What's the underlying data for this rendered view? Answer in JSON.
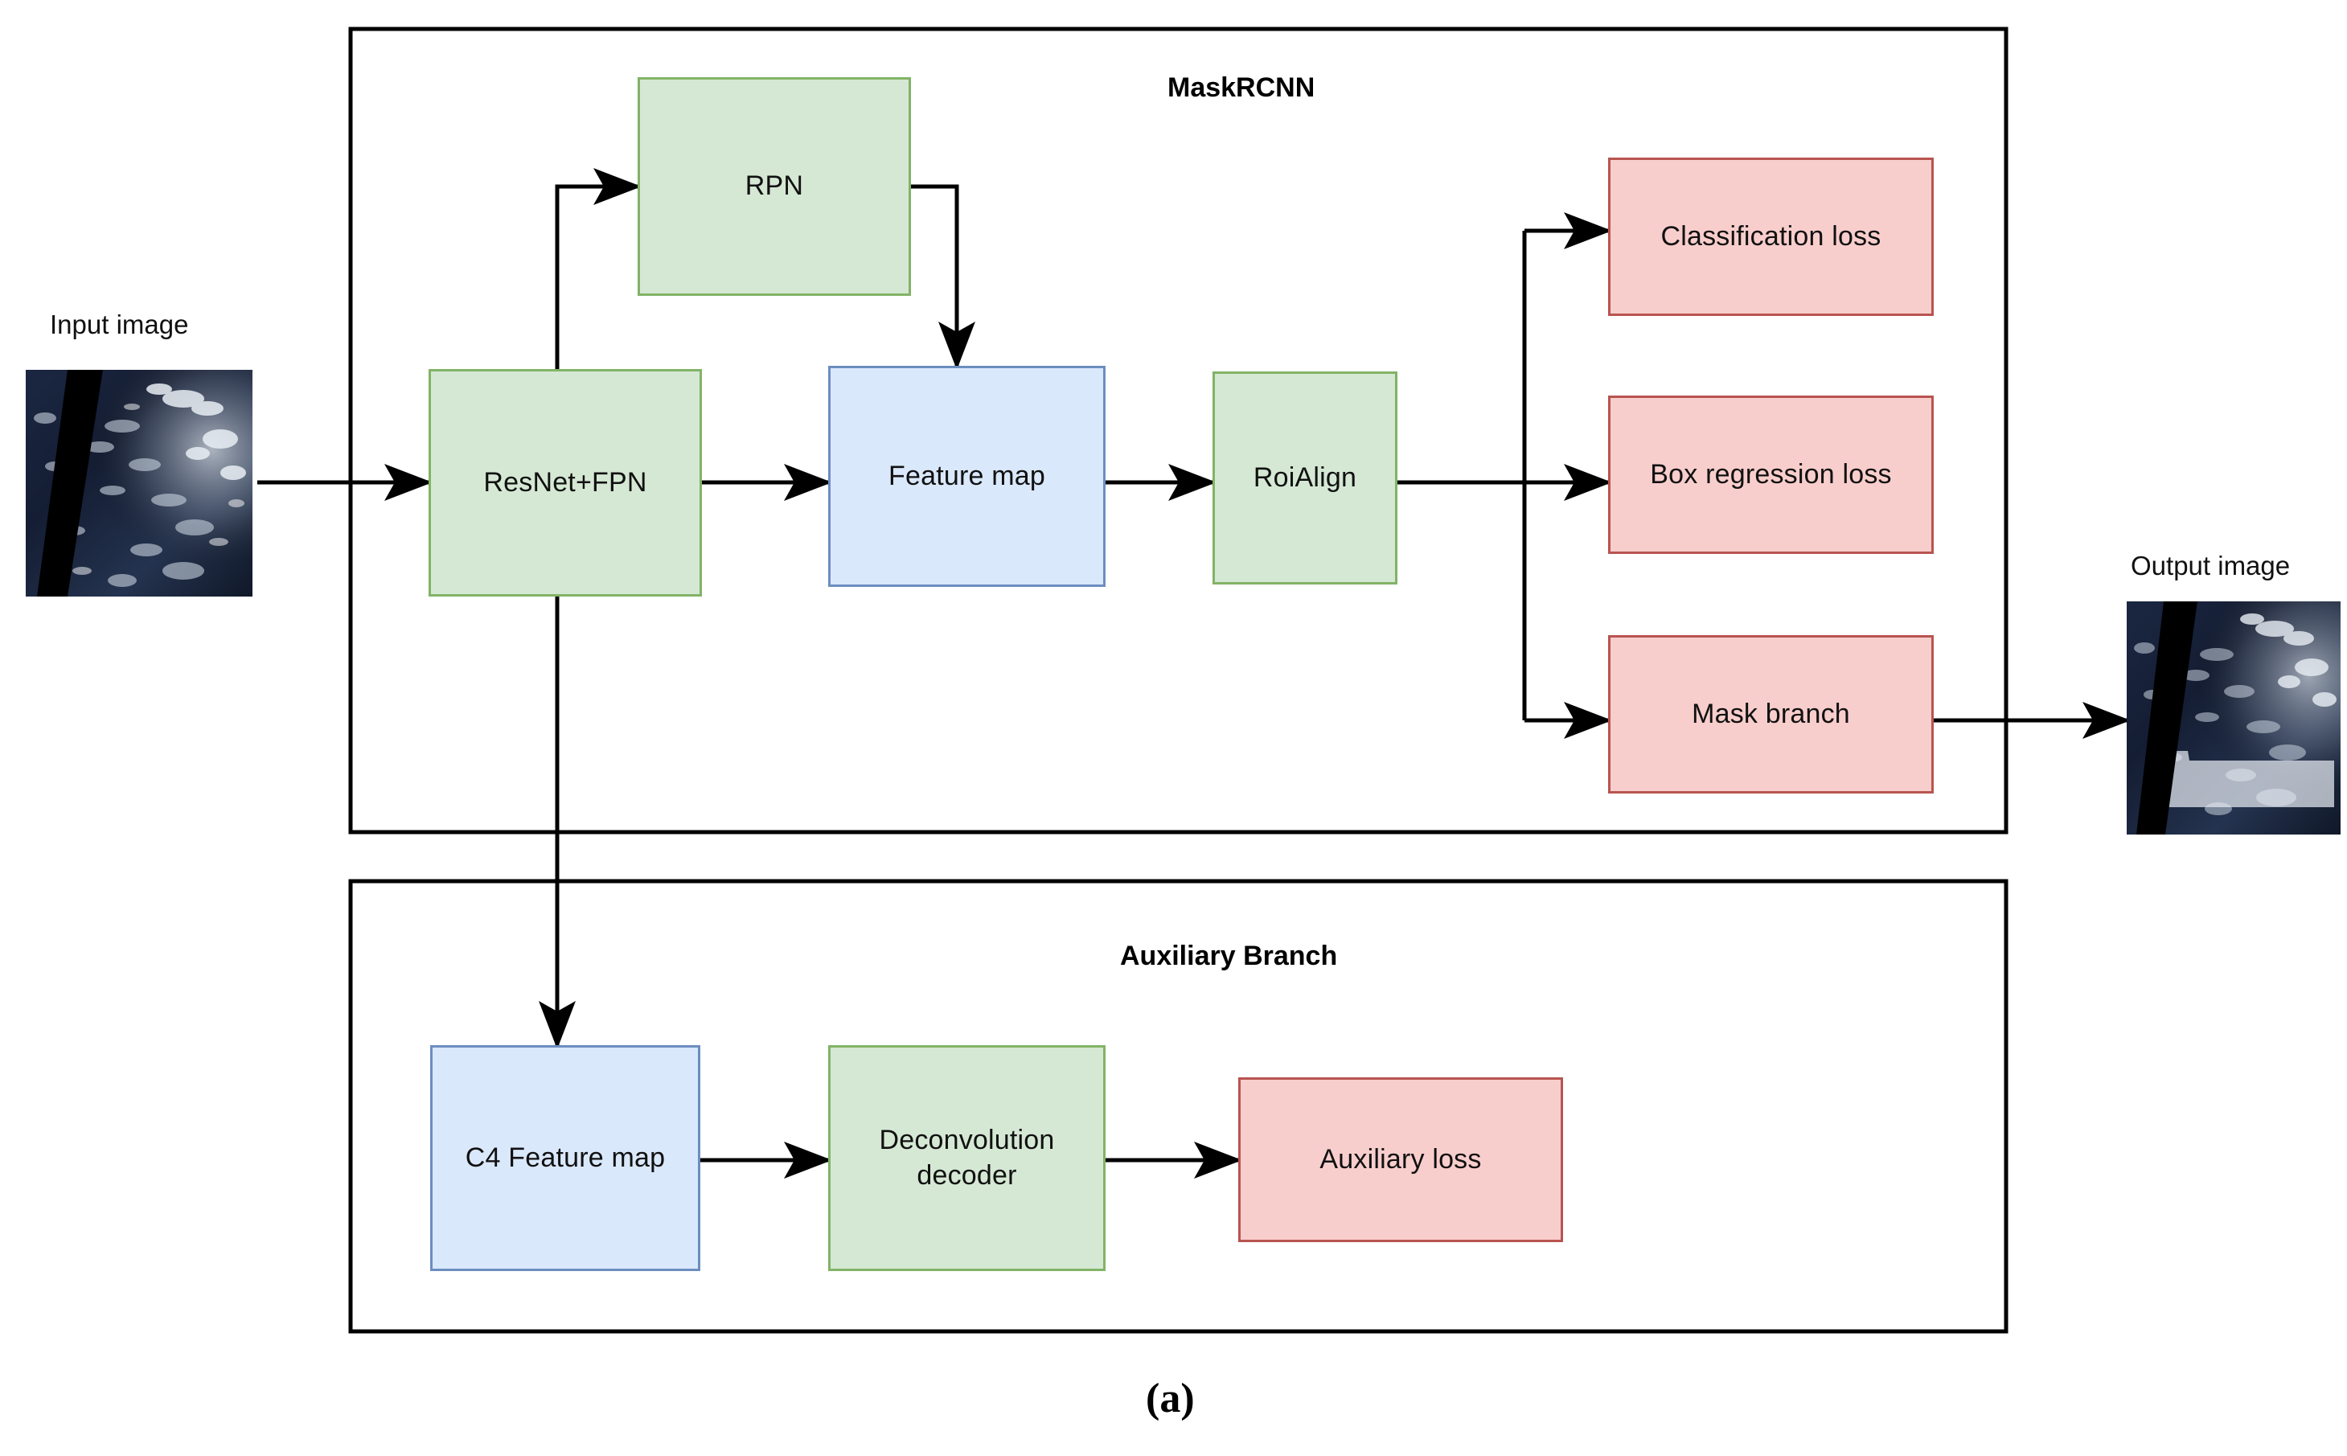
{
  "figure": {
    "caption": "(a)",
    "background": "#ffffff"
  },
  "palette": {
    "green_fill": "#d5e8d4",
    "green_stroke": "#82b366",
    "blue_fill": "#dae8fc",
    "blue_stroke": "#6c8ebf",
    "pink_fill": "#f8cecc",
    "pink_stroke": "#b85450",
    "edge": "#000000",
    "container_stroke": "#000000"
  },
  "containers": [
    {
      "id": "maskrcnn",
      "title": "MaskRCNN"
    },
    {
      "id": "auxiliary",
      "title": "Auxiliary Branch"
    }
  ],
  "images": {
    "input": {
      "label": "Input image",
      "caption_position": "above"
    },
    "output": {
      "label": "Output image",
      "caption_position": "above"
    }
  },
  "nodes": [
    {
      "id": "resnet_fpn",
      "label": "ResNet+FPN",
      "color": "green",
      "group": "maskrcnn"
    },
    {
      "id": "rpn",
      "label": "RPN",
      "color": "green",
      "group": "maskrcnn"
    },
    {
      "id": "feature_map",
      "label": "Feature map",
      "color": "blue",
      "group": "maskrcnn"
    },
    {
      "id": "roialign",
      "label": "RoiAlign",
      "color": "green",
      "group": "maskrcnn"
    },
    {
      "id": "cls_loss",
      "label": "Classification loss",
      "color": "pink",
      "group": "maskrcnn"
    },
    {
      "id": "box_loss",
      "label": "Box regression loss",
      "color": "pink",
      "group": "maskrcnn"
    },
    {
      "id": "mask_branch",
      "label": "Mask branch",
      "color": "pink",
      "group": "maskrcnn"
    },
    {
      "id": "c4_feature",
      "label": "C4 Feature map",
      "color": "blue",
      "group": "auxiliary"
    },
    {
      "id": "deconv",
      "label": "Deconvolution decoder",
      "color": "green",
      "group": "auxiliary"
    },
    {
      "id": "aux_loss",
      "label": "Auxiliary loss",
      "color": "pink",
      "group": "auxiliary"
    }
  ],
  "edges": [
    {
      "from": "input_image",
      "to": "resnet_fpn",
      "style": "straight"
    },
    {
      "from": "resnet_fpn",
      "to": "rpn",
      "style": "elbow-up"
    },
    {
      "from": "rpn",
      "to": "feature_map",
      "style": "elbow-down"
    },
    {
      "from": "resnet_fpn",
      "to": "feature_map",
      "style": "straight"
    },
    {
      "from": "feature_map",
      "to": "roialign",
      "style": "straight"
    },
    {
      "from": "roialign",
      "to": "cls_loss",
      "style": "branch-up"
    },
    {
      "from": "roialign",
      "to": "box_loss",
      "style": "straight"
    },
    {
      "from": "roialign",
      "to": "mask_branch",
      "style": "branch-down"
    },
    {
      "from": "mask_branch",
      "to": "output_image",
      "style": "straight"
    },
    {
      "from": "resnet_fpn",
      "to": "c4_feature",
      "style": "elbow-down-long"
    },
    {
      "from": "c4_feature",
      "to": "deconv",
      "style": "straight"
    },
    {
      "from": "deconv",
      "to": "aux_loss",
      "style": "straight"
    }
  ]
}
